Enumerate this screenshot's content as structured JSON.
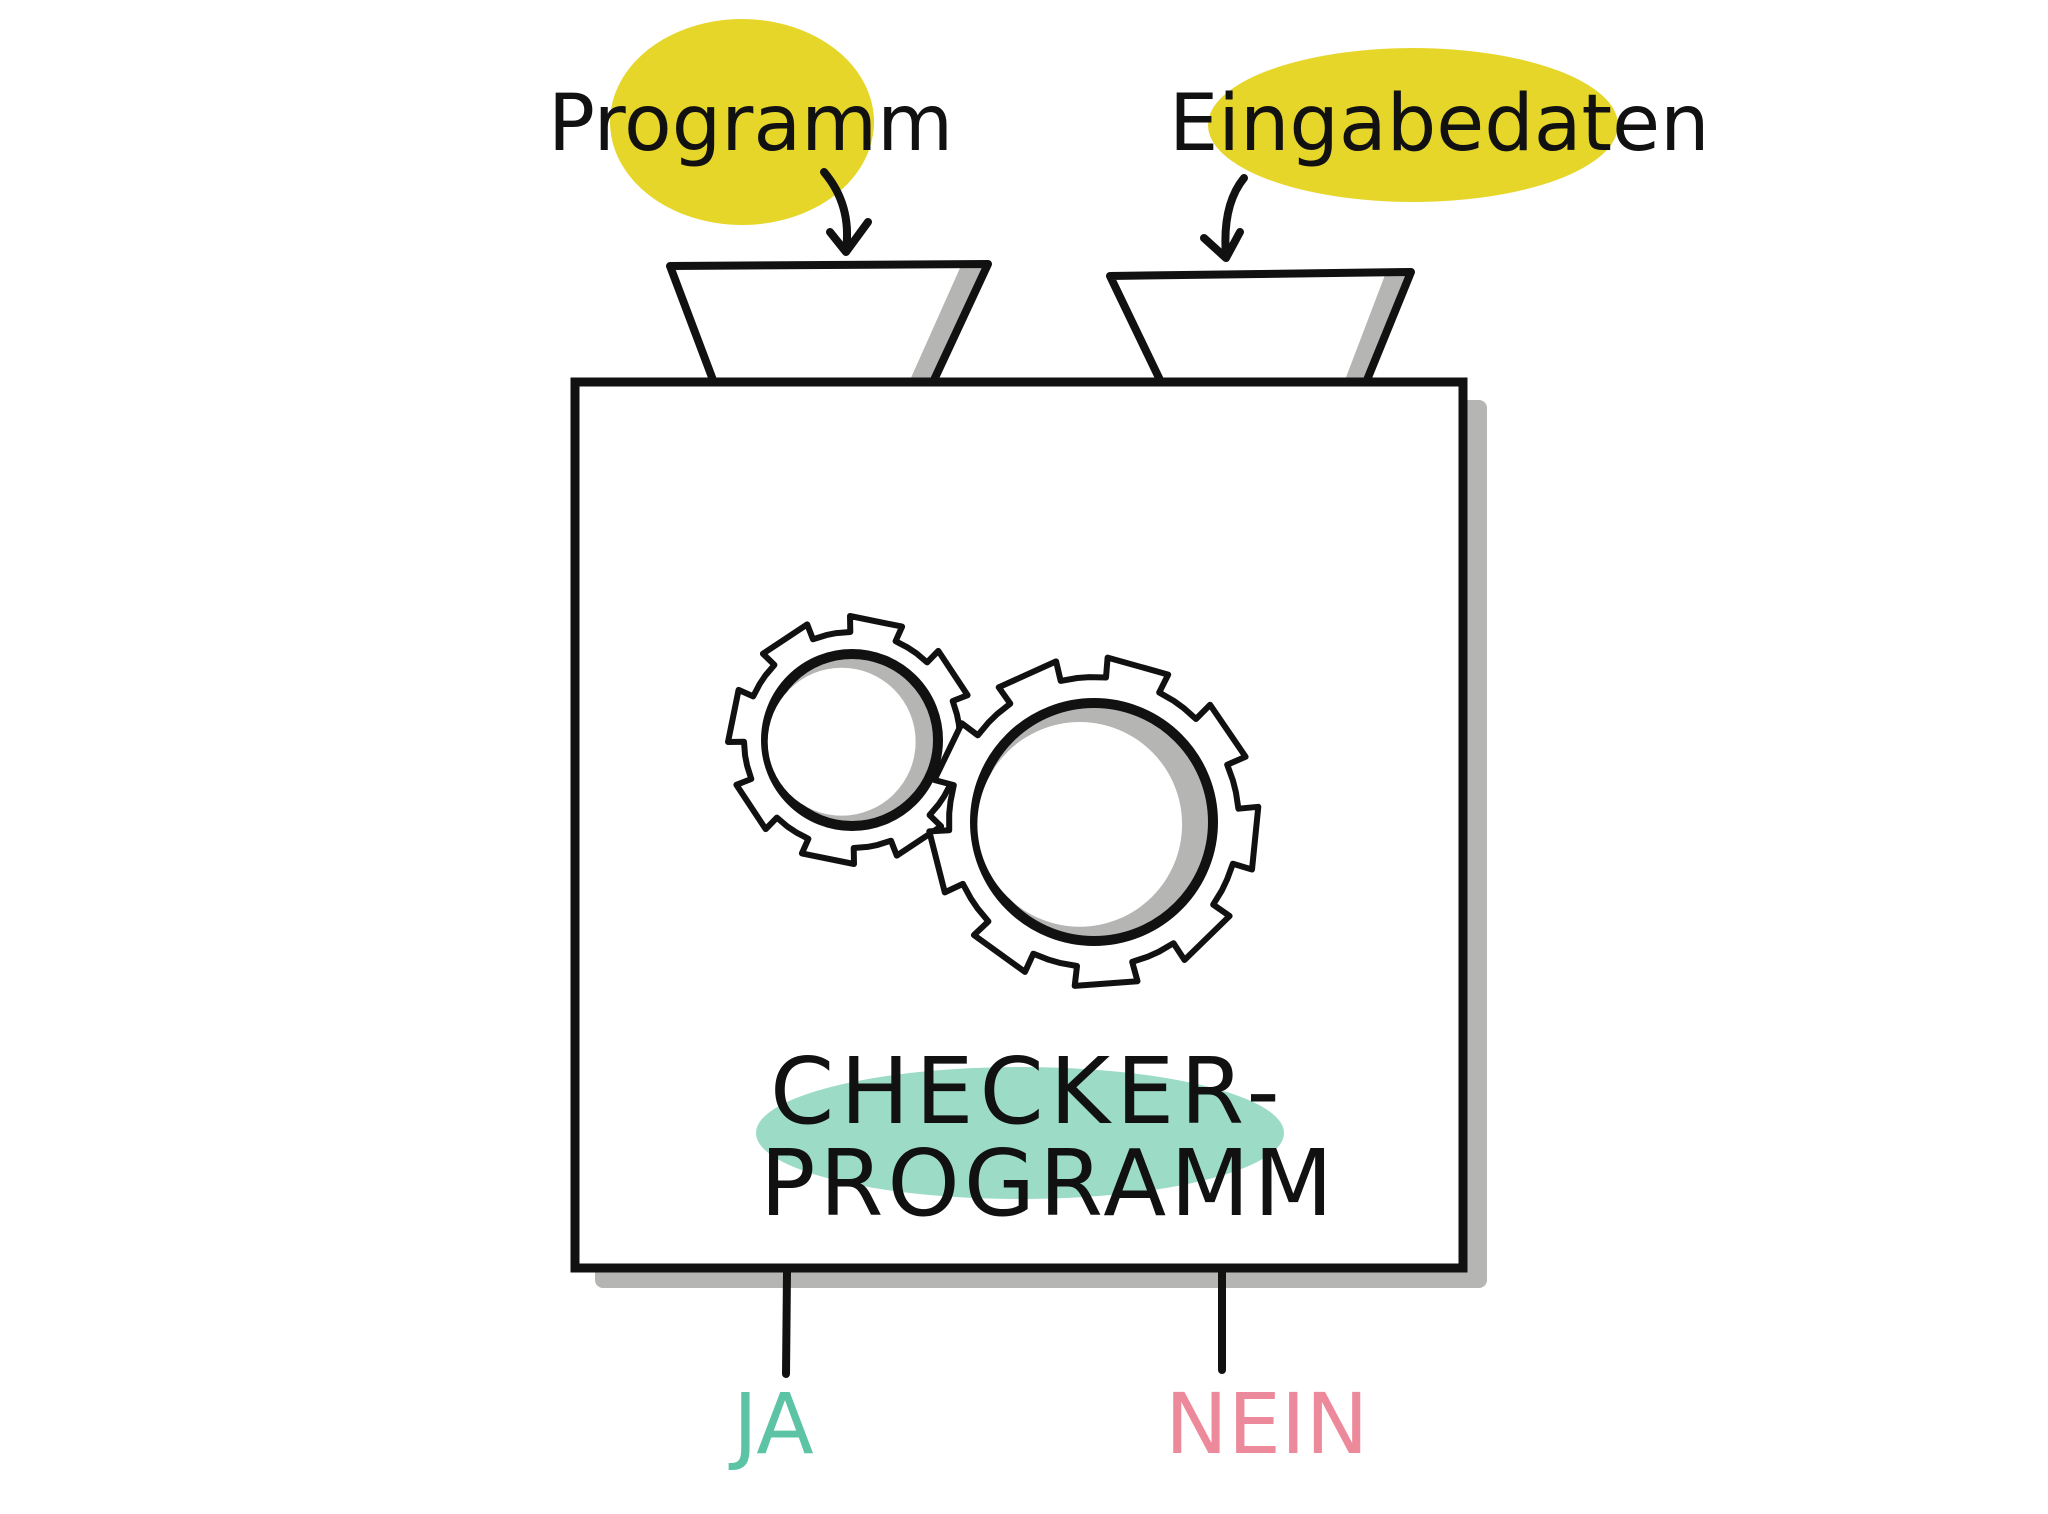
{
  "diagram": {
    "input_program_label": "Programm",
    "input_data_label": "Eingabedaten",
    "checker_line1": "CHECKER-",
    "checker_line2": "PROGRAMM",
    "output_yes": "JA",
    "output_no": "NEIN"
  },
  "colors": {
    "highlight_yellow": "#e6d62a",
    "highlight_green": "#9cdcc6",
    "shadow": "#b5b5b3",
    "yes": "#5cc4a4",
    "no": "#ec8a9b",
    "ink": "#111111"
  },
  "icons": [
    "gear-icon-small",
    "gear-icon-large",
    "arrow-down-icon"
  ]
}
